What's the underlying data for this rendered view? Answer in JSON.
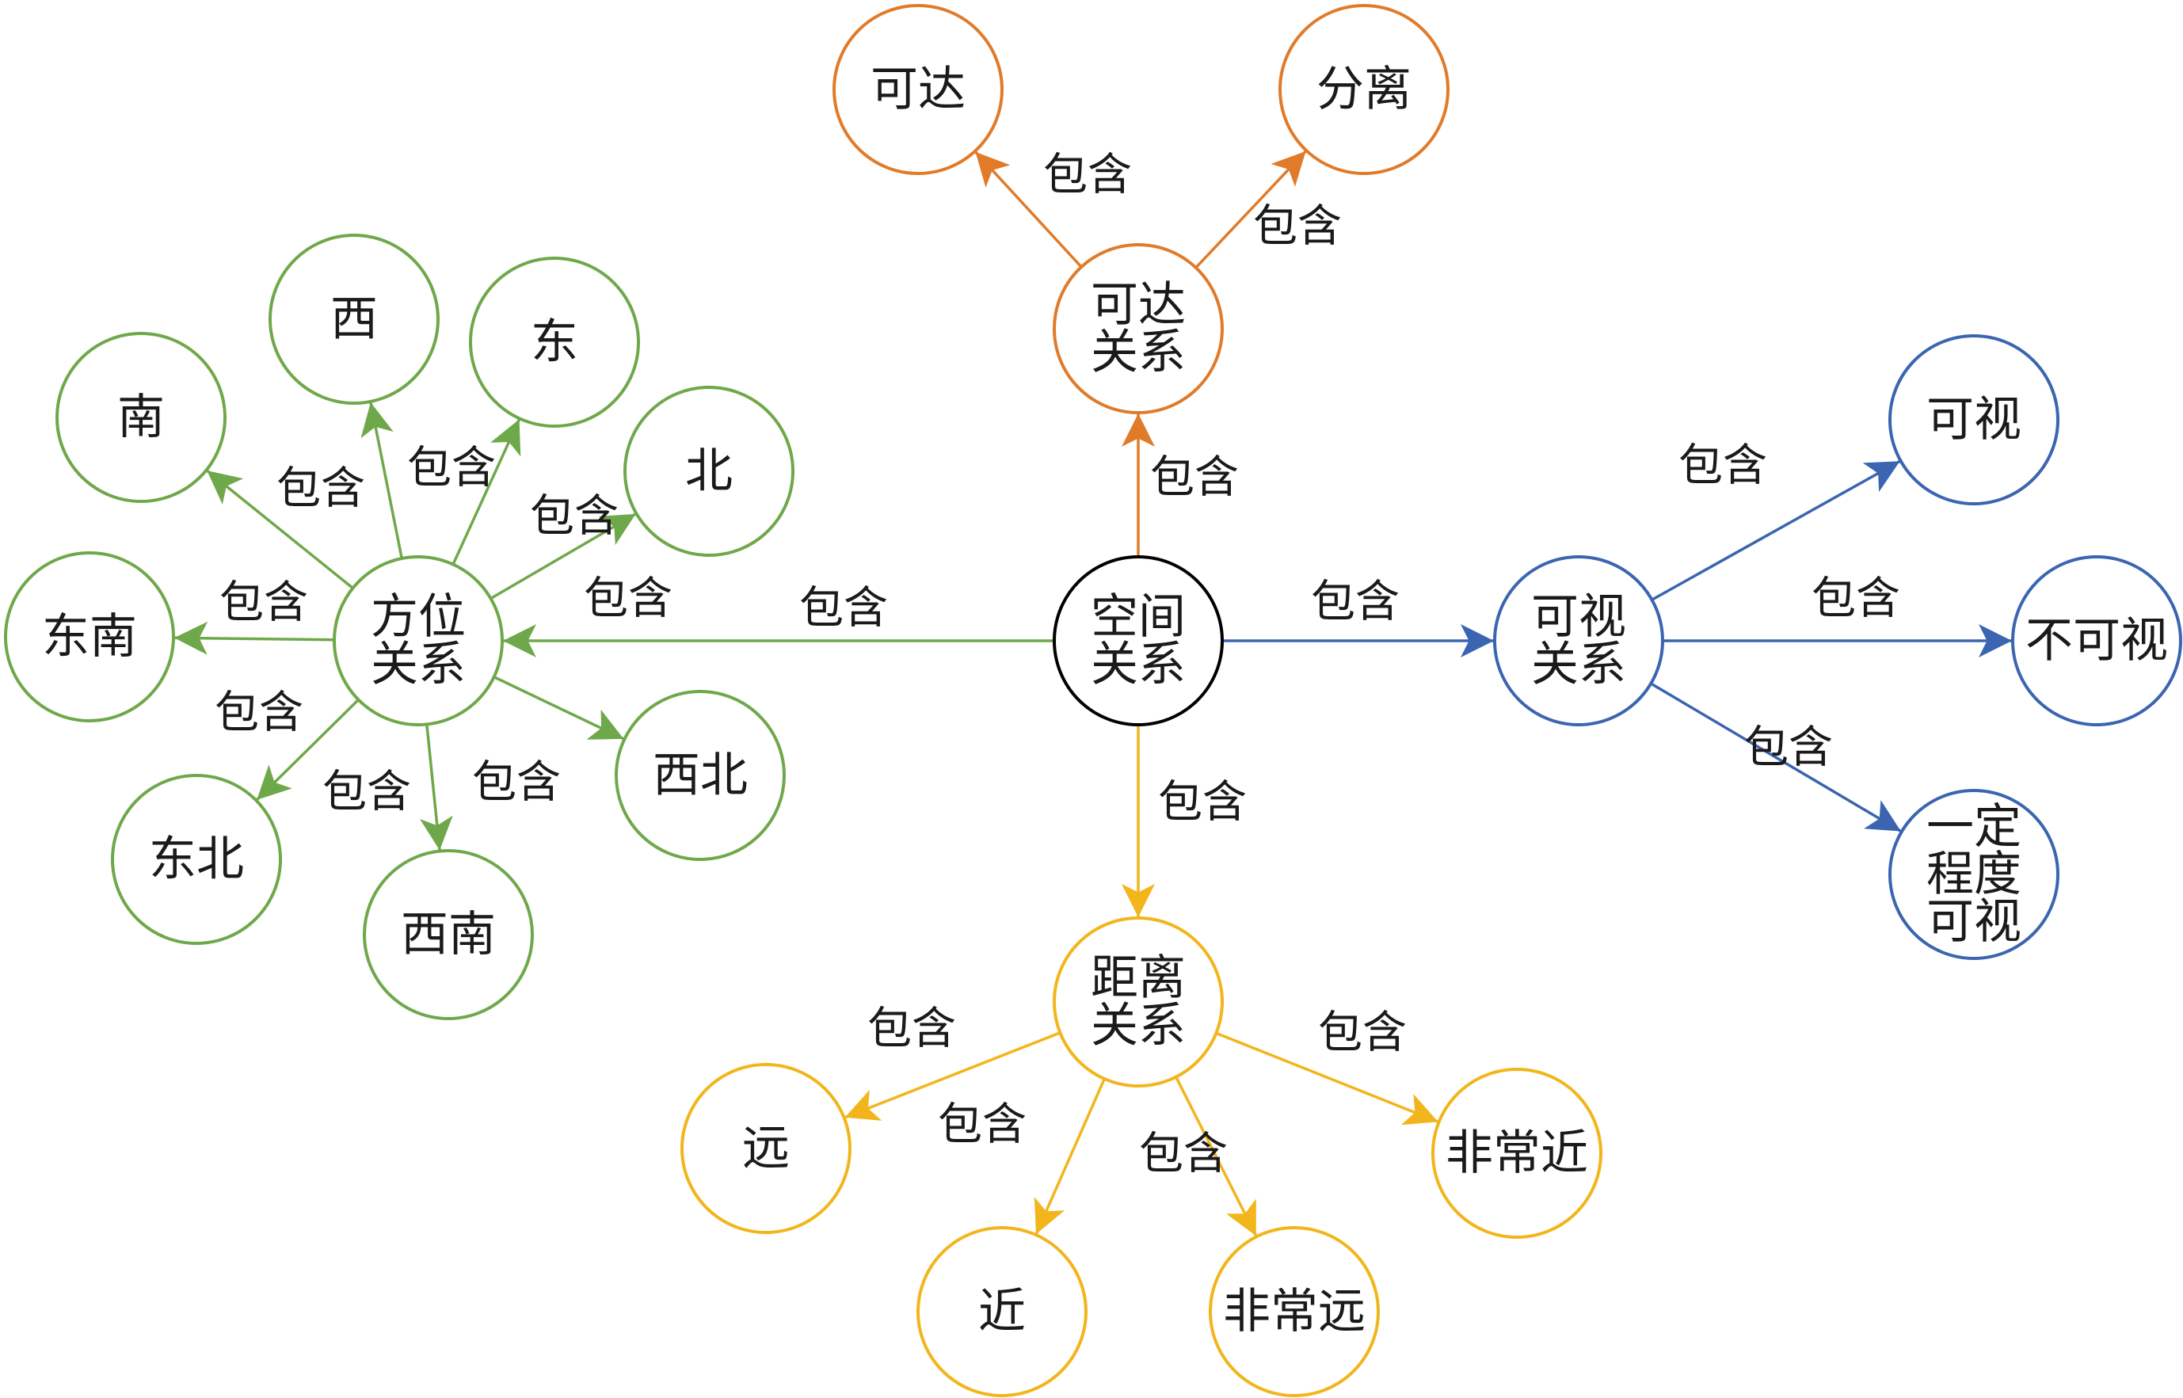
{
  "colors": {
    "center": "#000000",
    "reach": "#E07B2A",
    "direction": "#6FA84A",
    "visibility": "#3B65B0",
    "distance": "#F2B51B"
  },
  "nodes": [
    {
      "id": "spatial",
      "lines": [
        "空间",
        "关系"
      ],
      "group": "center"
    },
    {
      "id": "reach_rel",
      "lines": [
        "可达",
        "关系"
      ],
      "group": "reach"
    },
    {
      "id": "reachable",
      "lines": [
        "可达"
      ],
      "group": "reach"
    },
    {
      "id": "separate",
      "lines": [
        "分离"
      ],
      "group": "reach"
    },
    {
      "id": "dir_rel",
      "lines": [
        "方位",
        "关系"
      ],
      "group": "direction"
    },
    {
      "id": "south",
      "lines": [
        "南"
      ],
      "group": "direction"
    },
    {
      "id": "west",
      "lines": [
        "西"
      ],
      "group": "direction"
    },
    {
      "id": "east",
      "lines": [
        "东"
      ],
      "group": "direction"
    },
    {
      "id": "north",
      "lines": [
        "北"
      ],
      "group": "direction"
    },
    {
      "id": "southeast",
      "lines": [
        "东南"
      ],
      "group": "direction"
    },
    {
      "id": "northeast",
      "lines": [
        "东北"
      ],
      "group": "direction"
    },
    {
      "id": "southwest",
      "lines": [
        "西南"
      ],
      "group": "direction"
    },
    {
      "id": "northwest",
      "lines": [
        "西北"
      ],
      "group": "direction"
    },
    {
      "id": "vis_rel",
      "lines": [
        "可视",
        "关系"
      ],
      "group": "visibility"
    },
    {
      "id": "visible",
      "lines": [
        "可视"
      ],
      "group": "visibility"
    },
    {
      "id": "invisible",
      "lines": [
        "不可视"
      ],
      "group": "visibility"
    },
    {
      "id": "partly_visible",
      "lines": [
        "一定",
        "程度",
        "可视"
      ],
      "group": "visibility"
    },
    {
      "id": "dist_rel",
      "lines": [
        "距离",
        "关系"
      ],
      "group": "distance"
    },
    {
      "id": "far",
      "lines": [
        "远"
      ],
      "group": "distance"
    },
    {
      "id": "near",
      "lines": [
        "近"
      ],
      "group": "distance"
    },
    {
      "id": "very_far",
      "lines": [
        "非常远"
      ],
      "group": "distance"
    },
    {
      "id": "very_near",
      "lines": [
        "非常近"
      ],
      "group": "distance"
    }
  ],
  "edges": [
    {
      "from": "spatial",
      "to": "reach_rel",
      "label": "包含",
      "group": "reach"
    },
    {
      "from": "reach_rel",
      "to": "reachable",
      "label": "包含",
      "group": "reach"
    },
    {
      "from": "reach_rel",
      "to": "separate",
      "label": "包含",
      "group": "reach"
    },
    {
      "from": "spatial",
      "to": "dir_rel",
      "label": "包含",
      "group": "direction"
    },
    {
      "from": "dir_rel",
      "to": "south",
      "label": "包含",
      "group": "direction"
    },
    {
      "from": "dir_rel",
      "to": "west",
      "label": "包含",
      "group": "direction"
    },
    {
      "from": "dir_rel",
      "to": "east",
      "label": "包含",
      "group": "direction"
    },
    {
      "from": "dir_rel",
      "to": "north",
      "label": "包含",
      "group": "direction"
    },
    {
      "from": "dir_rel",
      "to": "southeast",
      "label": "包含",
      "group": "direction"
    },
    {
      "from": "dir_rel",
      "to": "northeast",
      "label": "包含",
      "group": "direction"
    },
    {
      "from": "dir_rel",
      "to": "southwest",
      "label": "包含",
      "group": "direction"
    },
    {
      "from": "dir_rel",
      "to": "northwest",
      "label": "包含",
      "group": "direction"
    },
    {
      "from": "spatial",
      "to": "vis_rel",
      "label": "包含",
      "group": "visibility"
    },
    {
      "from": "vis_rel",
      "to": "visible",
      "label": "包含",
      "group": "visibility"
    },
    {
      "from": "vis_rel",
      "to": "invisible",
      "label": "包含",
      "group": "visibility"
    },
    {
      "from": "vis_rel",
      "to": "partly_visible",
      "label": "包含",
      "group": "visibility"
    },
    {
      "from": "spatial",
      "to": "dist_rel",
      "label": "包含",
      "group": "distance"
    },
    {
      "from": "dist_rel",
      "to": "far",
      "label": "包含",
      "group": "distance"
    },
    {
      "from": "dist_rel",
      "to": "near",
      "label": "包含",
      "group": "distance"
    },
    {
      "from": "dist_rel",
      "to": "very_far",
      "label": "包含",
      "group": "distance"
    },
    {
      "from": "dist_rel",
      "to": "very_near",
      "label": "包含",
      "group": "distance"
    }
  ]
}
